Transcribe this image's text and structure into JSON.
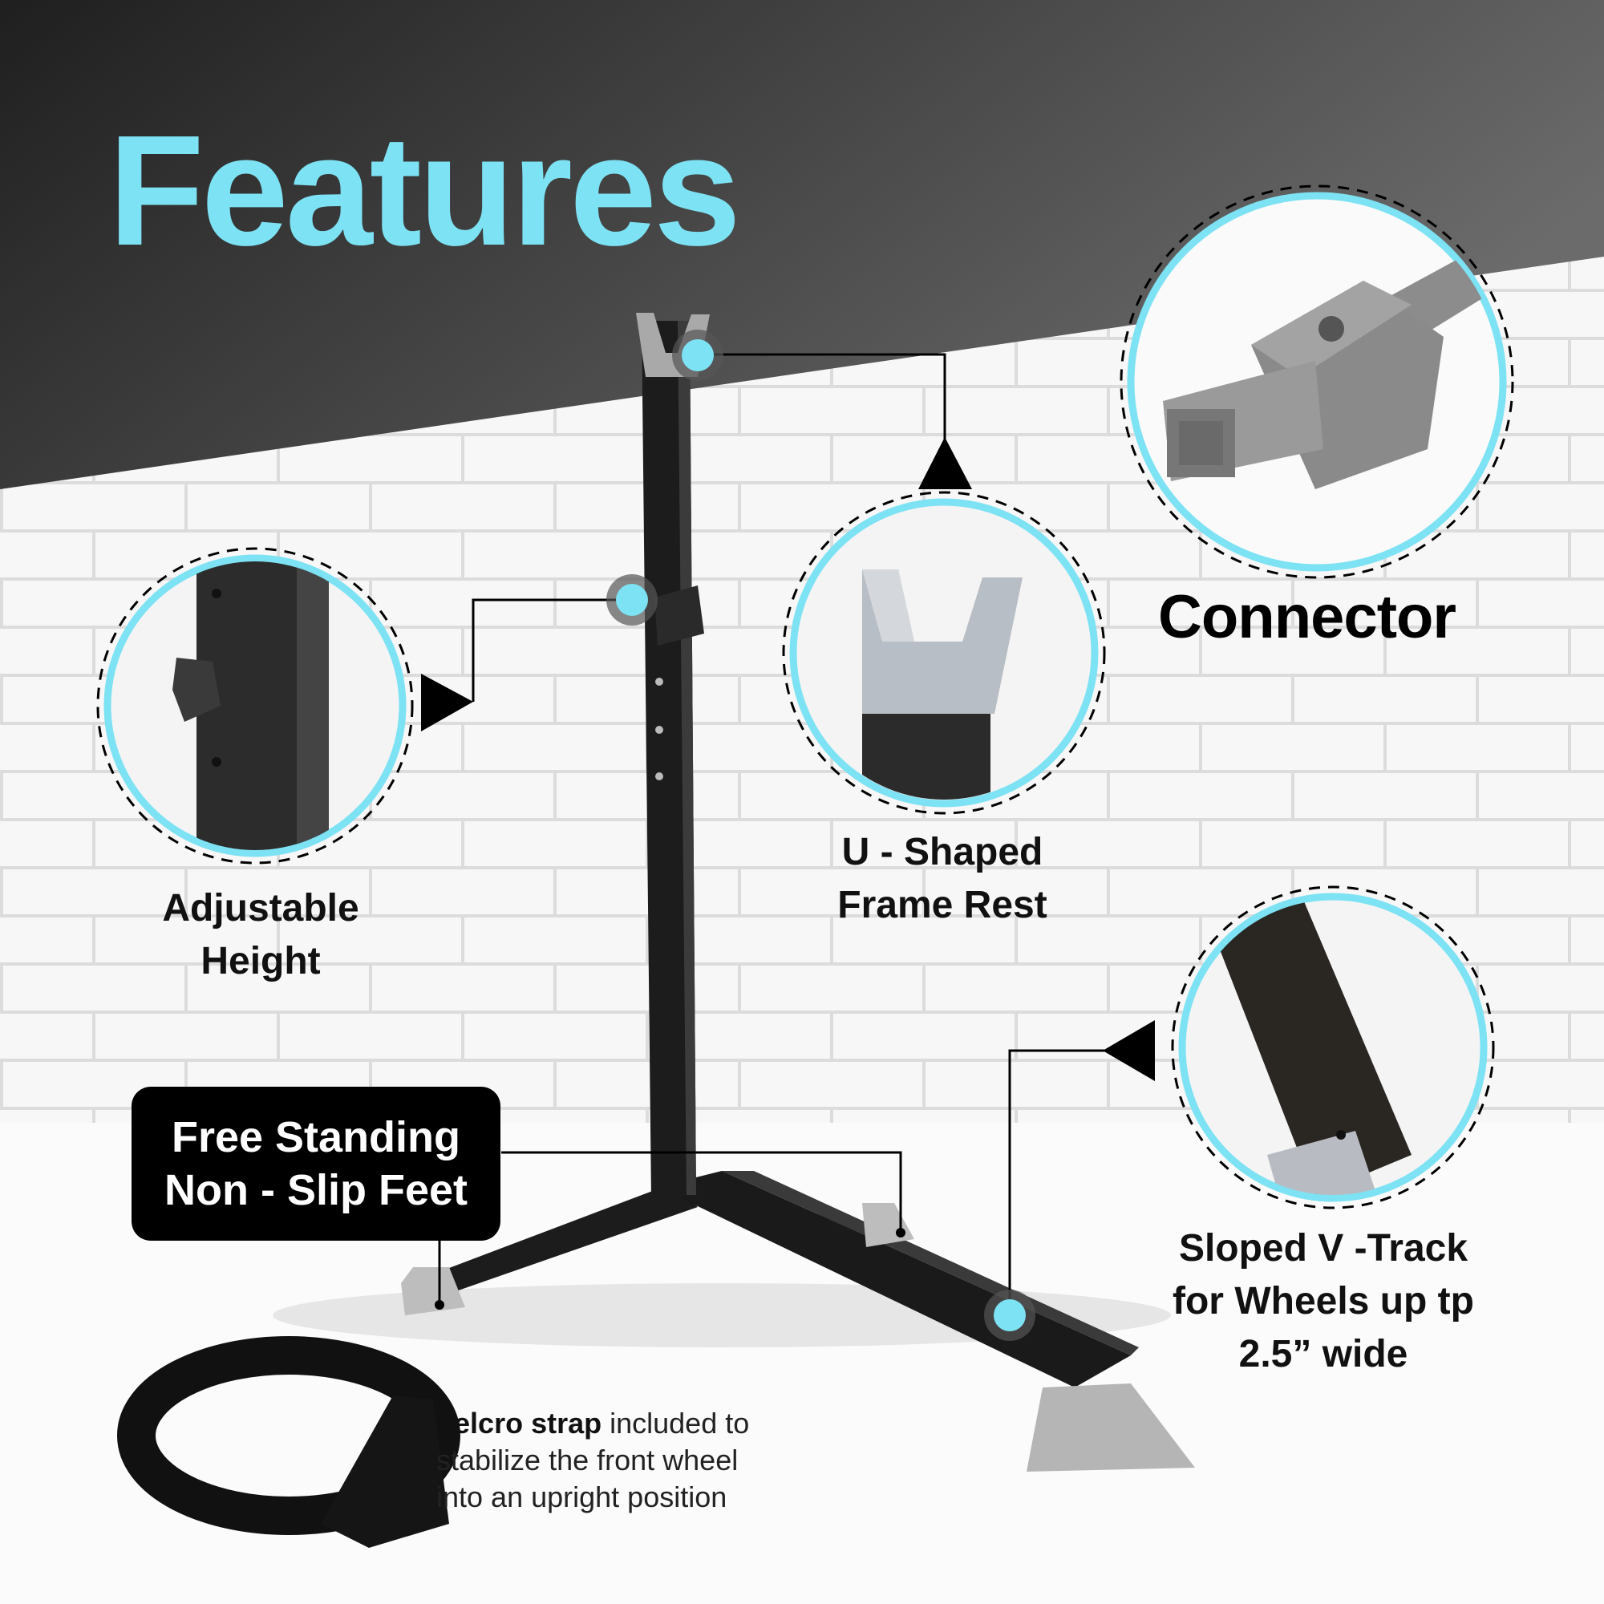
{
  "title": "Features",
  "features": {
    "connector": "Connector",
    "u_shaped": [
      "U - Shaped",
      "Frame Rest"
    ],
    "adjustable": [
      "Adjustable",
      "Height"
    ],
    "free_standing": [
      "Free Standing",
      "Non - Slip Feet"
    ],
    "sloped": [
      "Sloped V -Track",
      "for Wheels up tp",
      "2.5” wide"
    ]
  },
  "velcro": {
    "bold": "Velcro strap",
    "line1_rest": " included to",
    "line2": "stabilize the front wheel",
    "line3": "into an upright position"
  },
  "colors": {
    "accent": "#7de2f3",
    "header_dark": "#2d2d2d",
    "brick": "#f4f4f4",
    "frame": "#1c1c1c",
    "plastic": "#b0b0b0"
  }
}
